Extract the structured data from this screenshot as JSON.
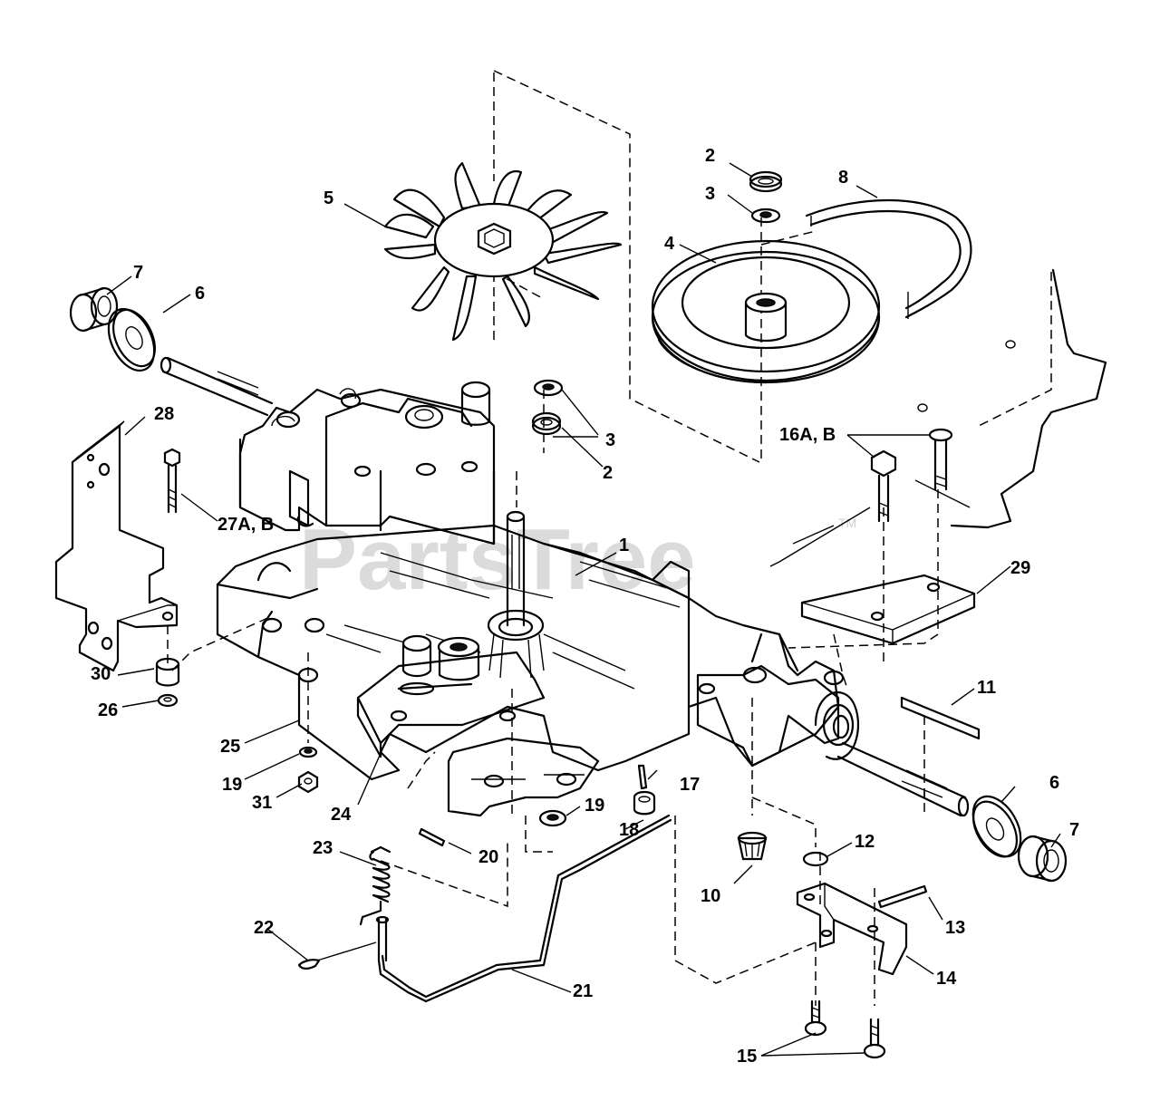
{
  "watermark": {
    "text": "PartsTree",
    "tm": "TM"
  },
  "callouts": {
    "c1": "1",
    "c2a": "2",
    "c2b": "2",
    "c3a": "3",
    "c3b": "3",
    "c4": "4",
    "c5": "5",
    "c6a": "6",
    "c6b": "6",
    "c7a": "7",
    "c7b": "7",
    "c8": "8",
    "c10": "10",
    "c11": "11",
    "c12": "12",
    "c13": "13",
    "c14": "14",
    "c15": "15",
    "c16": "16A, B",
    "c17": "17",
    "c18": "18",
    "c19a": "19",
    "c19b": "19",
    "c20": "20",
    "c21": "21",
    "c22": "22",
    "c23": "23",
    "c24": "24",
    "c25": "25",
    "c26": "26",
    "c27": "27A, B",
    "c28": "28",
    "c29": "29",
    "c30": "30",
    "c31": "31"
  }
}
